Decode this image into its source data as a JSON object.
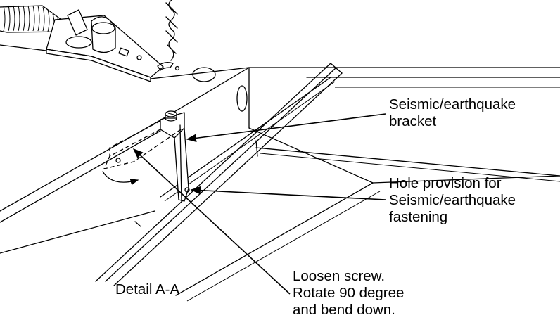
{
  "labels": {
    "bracket": [
      "Seismic/earthquake",
      "bracket"
    ],
    "hole": [
      "Hole provision for",
      "Seismic/earthquake",
      "fastening"
    ],
    "screw": [
      "Loosen screw.",
      "Rotate 90 degree",
      "and bend down."
    ],
    "detail": "Detail A-A"
  }
}
